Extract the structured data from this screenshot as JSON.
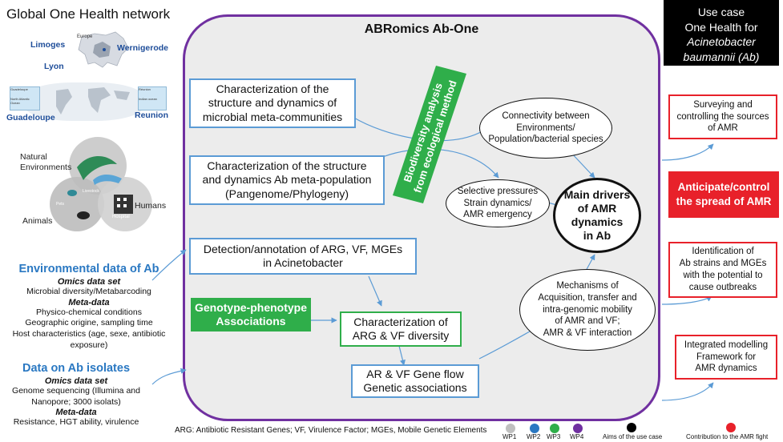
{
  "left": {
    "title": "Global One Health network",
    "maps": {
      "limoges": "Limoges",
      "lyon": "Lyon",
      "wernigerode": "Wernigerode",
      "guadeloupe": "Guadeloupe",
      "reunion": "Reunion",
      "europe": "Europe",
      "inset_guadeloupe": "Guadeloupe",
      "inset_atlantic": "North Atlantic Ocean",
      "inset_reunion": "Réunion",
      "inset_indian": "Indian ocean"
    },
    "hub": {
      "natural": "Natural\nEnvironments",
      "animals": "Animals",
      "humans": "Humans",
      "livestock": "Livestock",
      "pets": "Pets",
      "hospital": "Hospital"
    },
    "env": {
      "title": "Environmental data of Ab",
      "omics_label": "Omics data set",
      "omics_value": "Microbial diversity/Metabarcoding",
      "meta_label": "Meta-data",
      "meta_values": [
        "Physico-chemical conditions",
        "Geographic origine, sampling time",
        "Host characteristics (age, sexe, antibiotic",
        "exposure)"
      ]
    },
    "isolates": {
      "title": "Data on Ab isolates",
      "omics_label": "Omics data set",
      "omics_values": [
        "Genome sequencing (Illumina and",
        "Nanopore; 3000 isolats)"
      ],
      "meta_label": "Meta-data",
      "meta_value": "Resistance, HGT ability, virulence"
    }
  },
  "center": {
    "title": "ABRomics Ab-One",
    "box1": "Characterization of the\nstructure and dynamics of\nmicrobial meta-communities",
    "box2": "Characterization of the structure\nand dynamics Ab meta-population\n(Pangenome/Phylogeny)",
    "box3": "Detection/annotation of ARG, VF, MGEs\nin Acinetobacter",
    "geno": "Genotype-phenotype\nAssociations",
    "arg_div": "Characterization of\nARG & VF diversity",
    "gene_flow": "AR & VF Gene flow\nGenetic associations",
    "biodiversity": "Biodiversity analysis\nfrom ecological method",
    "oval_connect": "Connectivity between\nEnvironments/\nPopulation/bacterial species",
    "oval_selective": "Selective pressures\nStrain dynamics/\nAMR emergency",
    "oval_mechanisms": "Mechanisms of\nAcquisition, transfer and\nintra-genomic mobility\nof AMR and VF;\nAMR & VF interaction",
    "main_drivers": "Main drivers\nof AMR\ndynamics\nin Ab"
  },
  "right": {
    "use_case_line1": "Use case",
    "use_case_line2": "One Health for",
    "use_case_line3": "Acinetobacter",
    "use_case_line4": "baumannii (Ab)",
    "box_survey": "Surveying and\ncontrolling the sources\nof AMR",
    "box_anticipate": "Anticipate/control\nthe spread of AMR",
    "box_identify": "Identification of\nAb strains and MGEs\nwith the potential to\ncause outbreaks",
    "box_model": "Integrated modelling\nFramework for\nAMR dynamics"
  },
  "footer": {
    "abbrev": "ARG: Antibiotic Resistant Genes; VF, Virulence Factor; MGEs, Mobile Genetic Elements",
    "wp1": "WP1",
    "wp2": "WP2",
    "wp3": "WP3",
    "wp4": "WP4",
    "aims": "Aims of the use case",
    "contribution": "Contribution to  the AMR fight"
  },
  "colors": {
    "wp1": "#bfbfbf",
    "wp2": "#2a78c2",
    "wp3": "#2fae4a",
    "wp4": "#7030a0",
    "aims": "#000000",
    "contribution": "#e8212a",
    "accent_blue": "#5b9bd5"
  }
}
